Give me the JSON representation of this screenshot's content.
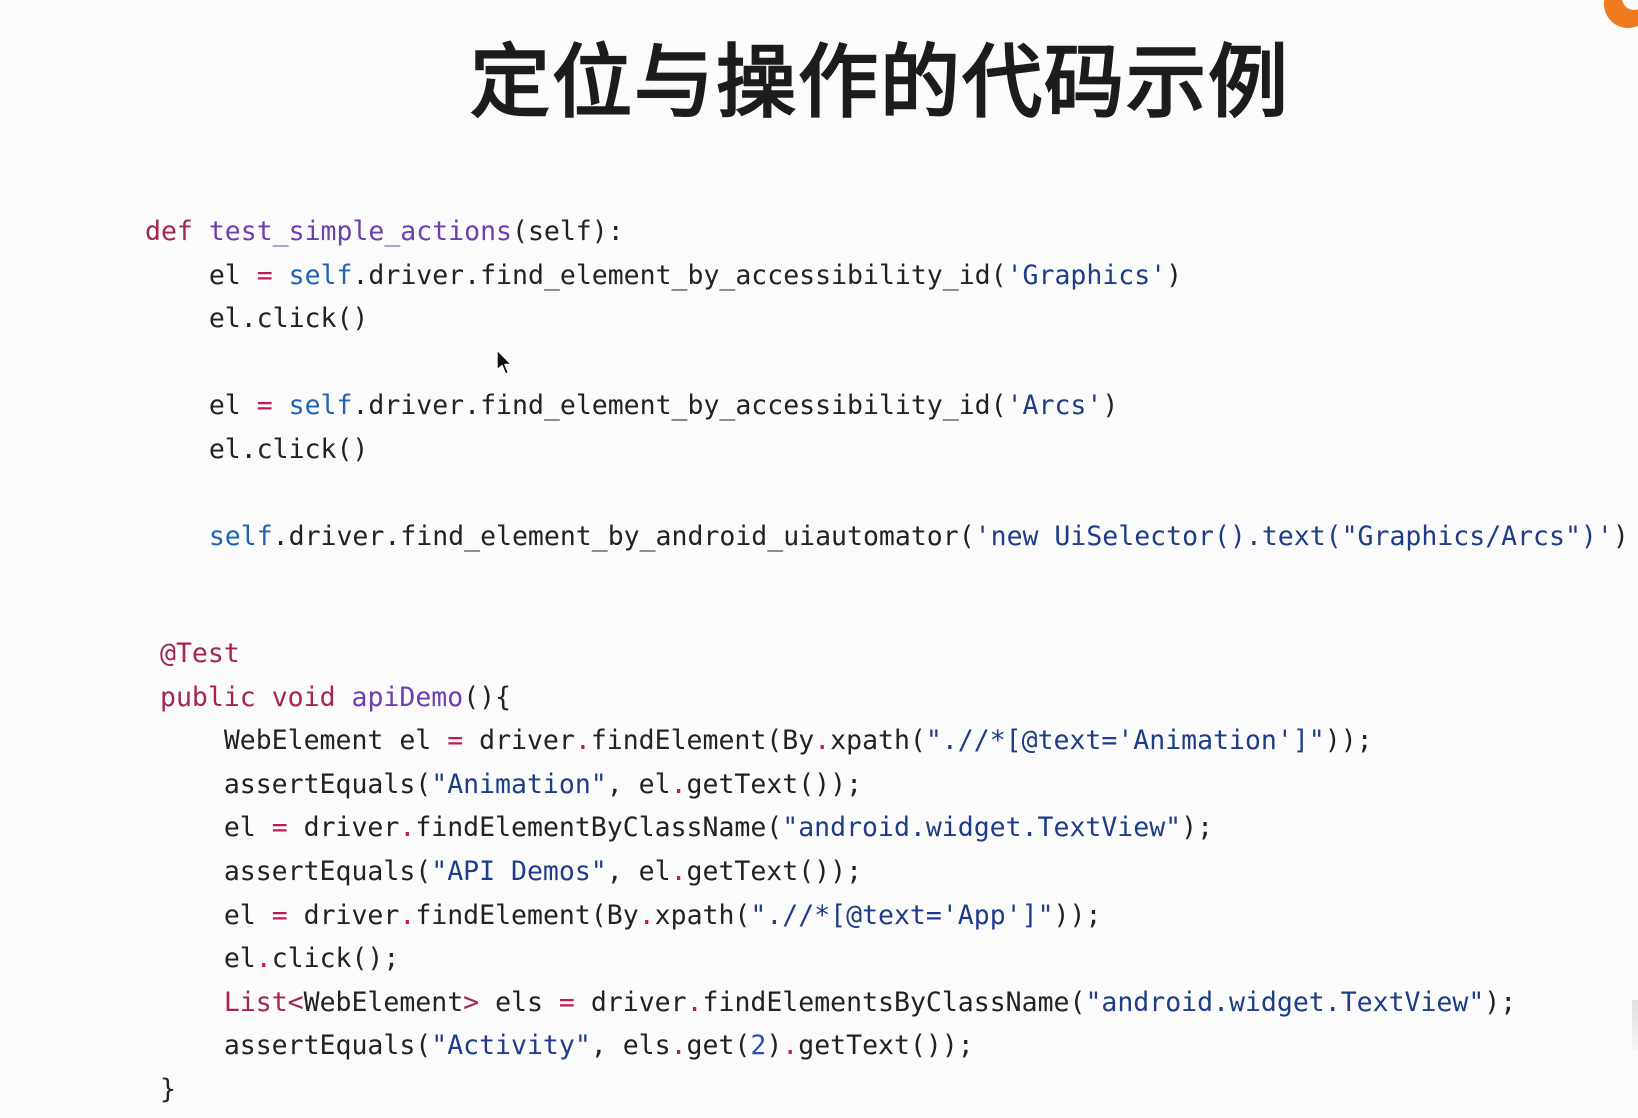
{
  "title": "定位与操作的代码示例",
  "icons": {
    "cursor": "mouse-pointer-icon",
    "logo": "orange-logo-icon"
  },
  "colors": {
    "background": "#fbfbfb",
    "keyword": "#a6254d",
    "function_name": "#6d3fb0",
    "self": "#1f63b3",
    "string": "#1d3d88",
    "operator": "#c2185b",
    "logo": "#f07a1e"
  },
  "python_code": [
    [
      {
        "t": "def",
        "c": "keyword"
      },
      {
        "t": " ",
        "c": "plain"
      },
      {
        "t": "test_simple_actions",
        "c": "funcname"
      },
      {
        "t": "(self):",
        "c": "plain"
      }
    ],
    [
      {
        "t": "    el ",
        "c": "plain"
      },
      {
        "t": "=",
        "c": "op"
      },
      {
        "t": " ",
        "c": "plain"
      },
      {
        "t": "self",
        "c": "self"
      },
      {
        "t": ".driver.find_element_by_accessibility_id(",
        "c": "plain"
      },
      {
        "t": "'Graphics'",
        "c": "string"
      },
      {
        "t": ")",
        "c": "plain"
      }
    ],
    [
      {
        "t": "    el.click()",
        "c": "plain"
      }
    ],
    [],
    [
      {
        "t": "    el ",
        "c": "plain"
      },
      {
        "t": "=",
        "c": "op"
      },
      {
        "t": " ",
        "c": "plain"
      },
      {
        "t": "self",
        "c": "self"
      },
      {
        "t": ".driver.find_element_by_accessibility_id(",
        "c": "plain"
      },
      {
        "t": "'Arcs'",
        "c": "string"
      },
      {
        "t": ")",
        "c": "plain"
      }
    ],
    [
      {
        "t": "    el.click()",
        "c": "plain"
      }
    ],
    [],
    [
      {
        "t": "    ",
        "c": "plain"
      },
      {
        "t": "self",
        "c": "self"
      },
      {
        "t": ".driver.find_element_by_android_uiautomator(",
        "c": "plain"
      },
      {
        "t": "'new UiSelector().text(\"Graphics/Arcs\")'",
        "c": "string"
      },
      {
        "t": ")",
        "c": "plain"
      }
    ]
  ],
  "java_code": [
    [
      {
        "t": "@Test",
        "c": "keyword"
      }
    ],
    [
      {
        "t": "public",
        "c": "keyword"
      },
      {
        "t": " ",
        "c": "plain"
      },
      {
        "t": "void",
        "c": "keyword"
      },
      {
        "t": " ",
        "c": "plain"
      },
      {
        "t": "apiDemo",
        "c": "funcname"
      },
      {
        "t": "(){",
        "c": "plain"
      }
    ],
    [
      {
        "t": "    WebElement el ",
        "c": "plain"
      },
      {
        "t": "=",
        "c": "op"
      },
      {
        "t": " driver",
        "c": "plain"
      },
      {
        "t": ".",
        "c": "op"
      },
      {
        "t": "findElement(By",
        "c": "plain"
      },
      {
        "t": ".",
        "c": "op"
      },
      {
        "t": "xpath(",
        "c": "plain"
      },
      {
        "t": "\".//*[@text='Animation']\"",
        "c": "string"
      },
      {
        "t": "));",
        "c": "plain"
      }
    ],
    [
      {
        "t": "    assertEquals(",
        "c": "plain"
      },
      {
        "t": "\"Animation\"",
        "c": "string"
      },
      {
        "t": ", el",
        "c": "plain"
      },
      {
        "t": ".",
        "c": "op"
      },
      {
        "t": "getText());",
        "c": "plain"
      }
    ],
    [
      {
        "t": "    el ",
        "c": "plain"
      },
      {
        "t": "=",
        "c": "op"
      },
      {
        "t": " driver",
        "c": "plain"
      },
      {
        "t": ".",
        "c": "op"
      },
      {
        "t": "findElementByClassName(",
        "c": "plain"
      },
      {
        "t": "\"android.widget.TextView\"",
        "c": "string"
      },
      {
        "t": ");",
        "c": "plain"
      }
    ],
    [
      {
        "t": "    assertEquals(",
        "c": "plain"
      },
      {
        "t": "\"API Demos\"",
        "c": "string"
      },
      {
        "t": ", el",
        "c": "plain"
      },
      {
        "t": ".",
        "c": "op"
      },
      {
        "t": "getText());",
        "c": "plain"
      }
    ],
    [
      {
        "t": "    el ",
        "c": "plain"
      },
      {
        "t": "=",
        "c": "op"
      },
      {
        "t": " driver",
        "c": "plain"
      },
      {
        "t": ".",
        "c": "op"
      },
      {
        "t": "findElement(By",
        "c": "plain"
      },
      {
        "t": ".",
        "c": "op"
      },
      {
        "t": "xpath(",
        "c": "plain"
      },
      {
        "t": "\".//*[@text='App']\"",
        "c": "string"
      },
      {
        "t": "));",
        "c": "plain"
      }
    ],
    [
      {
        "t": "    el",
        "c": "plain"
      },
      {
        "t": ".",
        "c": "op"
      },
      {
        "t": "click();",
        "c": "plain"
      }
    ],
    [
      {
        "t": "    ",
        "c": "plain"
      },
      {
        "t": "List<",
        "c": "keyword"
      },
      {
        "t": "WebElement",
        "c": "plain"
      },
      {
        "t": ">",
        "c": "keyword"
      },
      {
        "t": " els ",
        "c": "plain"
      },
      {
        "t": "=",
        "c": "op"
      },
      {
        "t": " driver",
        "c": "plain"
      },
      {
        "t": ".",
        "c": "op"
      },
      {
        "t": "findElementsByClassName(",
        "c": "plain"
      },
      {
        "t": "\"android.widget.TextView\"",
        "c": "string"
      },
      {
        "t": ");",
        "c": "plain"
      }
    ],
    [
      {
        "t": "    assertEquals(",
        "c": "plain"
      },
      {
        "t": "\"Activity\"",
        "c": "string"
      },
      {
        "t": ", els",
        "c": "plain"
      },
      {
        "t": ".",
        "c": "op"
      },
      {
        "t": "get(",
        "c": "plain"
      },
      {
        "t": "2",
        "c": "number"
      },
      {
        "t": ")",
        "c": "plain"
      },
      {
        "t": ".",
        "c": "op"
      },
      {
        "t": "getText());",
        "c": "plain"
      }
    ],
    [
      {
        "t": "}",
        "c": "plain"
      }
    ]
  ]
}
